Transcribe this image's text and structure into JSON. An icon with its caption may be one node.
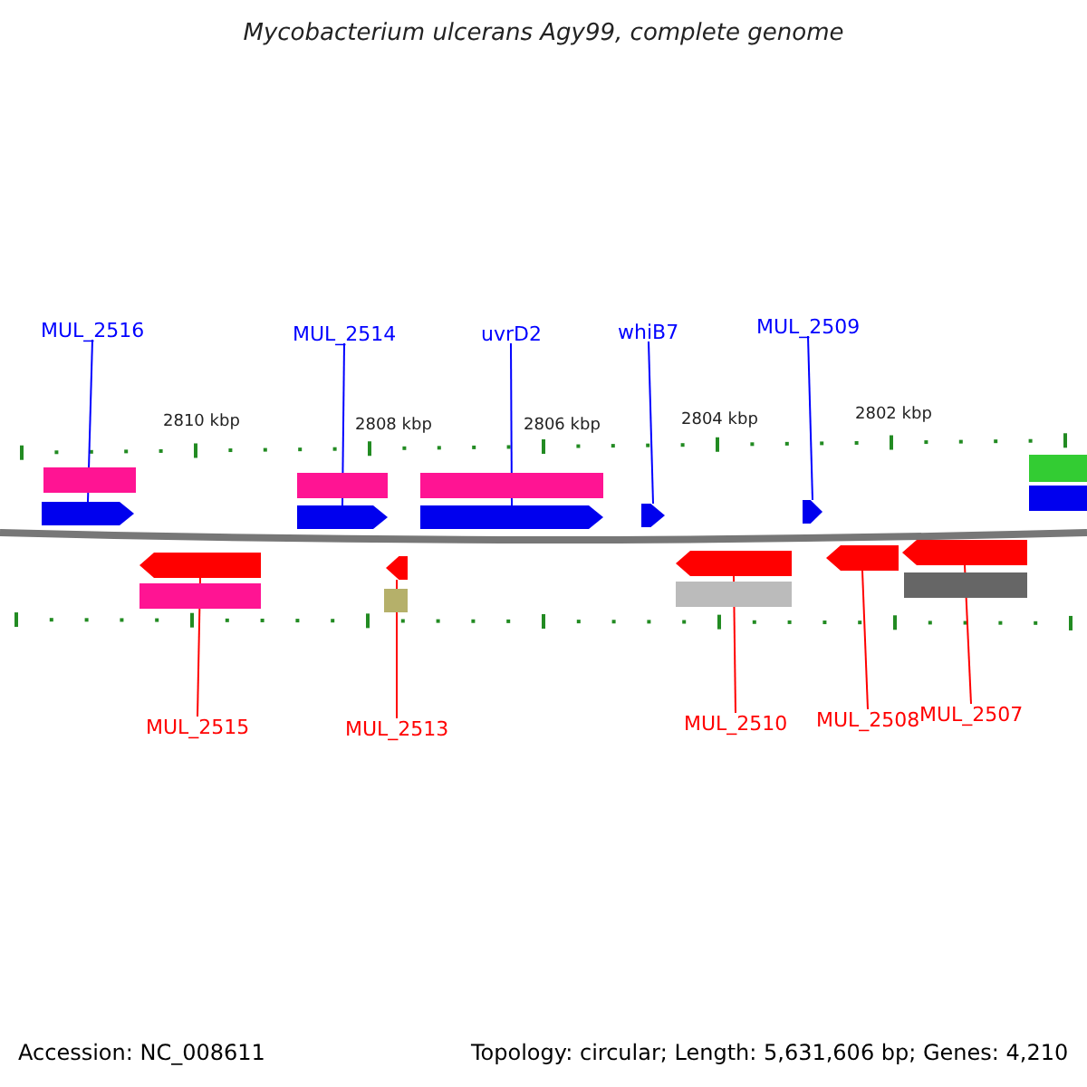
{
  "diagram": {
    "title": "Mycobacterium ulcerans Agy99, complete genome",
    "nodes": [
      {
        "text": [
          "MUL_2516"
        ]
      },
      {
        "text": [
          "MUL_2514"
        ]
      },
      {
        "text": [
          "uvrD2"
        ]
      },
      {
        "text": [
          "whiB7"
        ]
      },
      {
        "text": [
          "MUL_2509"
        ]
      },
      {
        "text": [
          "MUL_2515"
        ]
      },
      {
        "text": [
          "MUL_2513"
        ]
      },
      {
        "text": [
          "MUL_2510"
        ]
      },
      {
        "text": [
          "MUL_2508"
        ]
      },
      {
        "text": [
          "MUL_2507"
        ]
      },
      {
        "text": [],
        "shape": "arrow"
      },
      {
        "text": [],
        "shape": "arrow"
      },
      {
        "text": [],
        "shape": "arrow"
      },
      {
        "text": [],
        "shape": "arrow"
      },
      {
        "text": [],
        "shape": "arrow"
      },
      {
        "text": [],
        "shape": "arrow"
      },
      {
        "text": [],
        "shape": "arrow"
      },
      {
        "text": [],
        "shape": "arrow"
      },
      {
        "text": [],
        "shape": "arrow"
      },
      {
        "text": [],
        "shape": "arrow"
      },
      {
        "text": [],
        "shape": "bar"
      },
      {
        "text": [],
        "shape": "bar"
      },
      {
        "text": [],
        "shape": "bar"
      },
      {
        "text": [],
        "shape": "bar"
      },
      {
        "text": [],
        "shape": "bar"
      },
      {
        "text": [],
        "shape": "bar"
      },
      {
        "text": [],
        "shape": "bar"
      },
      {
        "text": [],
        "shape": "bar"
      },
      {
        "text": [],
        "shape": "bar"
      }
    ],
    "edges": [
      {
        "from": 0,
        "to": 10,
        "arrow": "none",
        "color": "#0000ff"
      },
      {
        "from": 1,
        "to": 11,
        "arrow": "none",
        "color": "#0000ff"
      },
      {
        "from": 2,
        "to": 12,
        "arrow": "none",
        "color": "#0000ff"
      },
      {
        "from": 3,
        "to": 13,
        "arrow": "none",
        "color": "#0000ff"
      },
      {
        "from": 4,
        "to": 14,
        "arrow": "none",
        "color": "#0000ff"
      },
      {
        "from": 5,
        "to": 15,
        "arrow": "none",
        "color": "#ff0000"
      },
      {
        "from": 6,
        "to": 16,
        "arrow": "none",
        "color": "#ff0000"
      },
      {
        "from": 7,
        "to": 17,
        "arrow": "none",
        "color": "#ff0000"
      },
      {
        "from": 8,
        "to": 18,
        "arrow": "none",
        "color": "#ff0000"
      },
      {
        "from": 9,
        "to": 19,
        "arrow": "none",
        "color": "#ff0000"
      }
    ],
    "labels": [
      "2810 kbp",
      "2808 kbp",
      "2806 kbp",
      "2804 kbp",
      "2802 kbp",
      "Accession: NC_008611",
      "Topology: circular; Length: 5,631,606 bp; Genes: 4,210"
    ]
  }
}
